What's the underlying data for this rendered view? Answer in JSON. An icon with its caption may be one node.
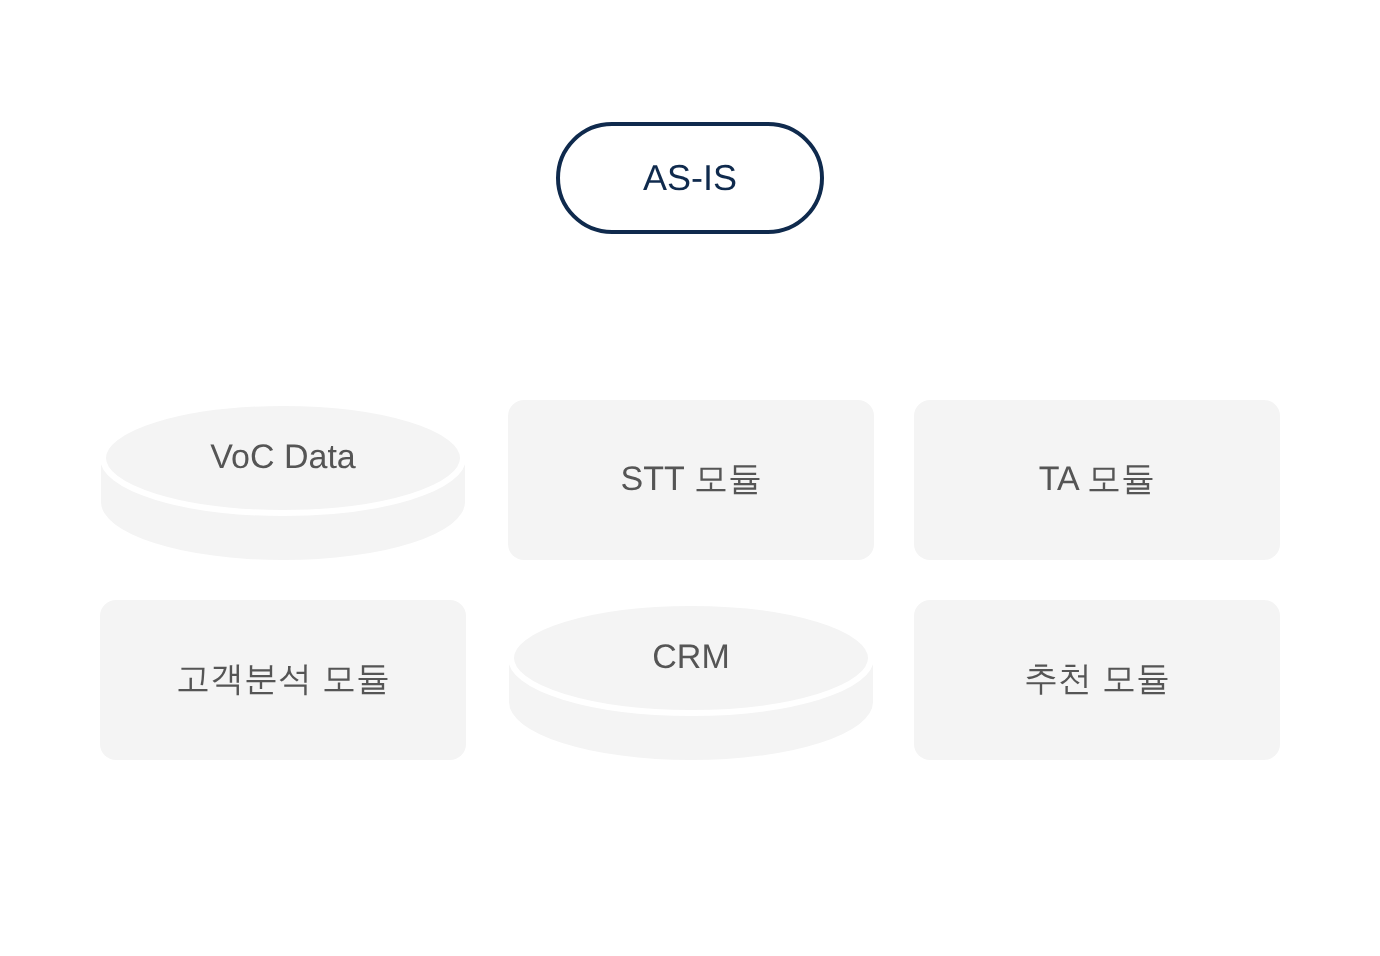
{
  "diagram": {
    "nodes": [
      {
        "text": [
          "AS-IS"
        ]
      },
      {
        "text": [
          "VoC Data"
        ]
      },
      {
        "text": [
          "STT 모듈"
        ]
      },
      {
        "text": [
          "TA 모듈"
        ]
      },
      {
        "text": [
          "고객분석 모듈"
        ]
      },
      {
        "text": [
          "CRM"
        ]
      },
      {
        "text": [
          "추천 모듈"
        ]
      }
    ]
  }
}
